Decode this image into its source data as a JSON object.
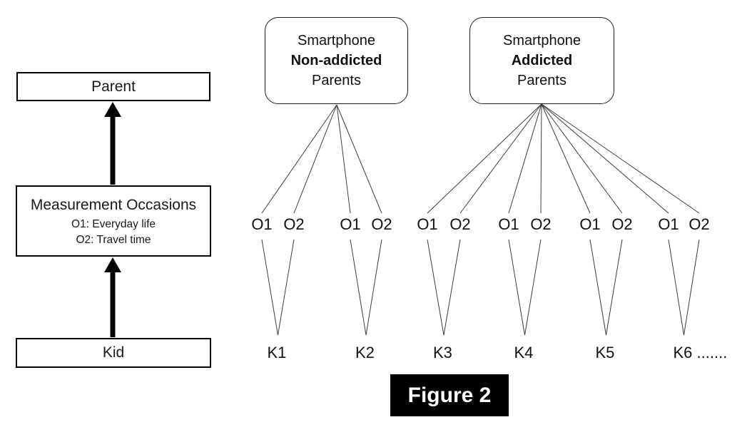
{
  "figure_label": "Figure 2",
  "left_panel": {
    "parent_box": {
      "label": "Parent"
    },
    "occasions_box": {
      "title": "Measurement Occasions",
      "items": [
        "O1: Everyday life",
        "O2: Travel time"
      ]
    },
    "kid_box": {
      "label": "Kid"
    }
  },
  "groups": [
    {
      "id": "smartphone-non-addicted-parents",
      "title_lines": [
        {
          "text": "Smartphone",
          "bold": false
        },
        {
          "text": "Non-addicted",
          "bold": true
        },
        {
          "text": "Parents",
          "bold": false
        }
      ],
      "kids": [
        {
          "label": "K1",
          "occasions": [
            "O1",
            "O2"
          ],
          "suffix": ""
        },
        {
          "label": "K2",
          "occasions": [
            "O1",
            "O2"
          ],
          "suffix": ""
        }
      ]
    },
    {
      "id": "smartphone-addicted-parents",
      "title_lines": [
        {
          "text": "Smartphone",
          "bold": false
        },
        {
          "text": "Addicted",
          "bold": true
        },
        {
          "text": "Parents",
          "bold": false
        }
      ],
      "kids": [
        {
          "label": "K3",
          "occasions": [
            "O1",
            "O2"
          ],
          "suffix": ""
        },
        {
          "label": "K4",
          "occasions": [
            "O1",
            "O2"
          ],
          "suffix": ""
        },
        {
          "label": "K5",
          "occasions": [
            "O1",
            "O2"
          ],
          "suffix": ""
        },
        {
          "label": "K6",
          "occasions": [
            "O1",
            "O2"
          ],
          "suffix": " ......."
        }
      ]
    }
  ],
  "colors": {
    "line": "#3d3d3d",
    "arrow": "#000000",
    "box_border": "#000000",
    "figure_tag_bg": "#000000",
    "figure_tag_text": "#ffffff"
  }
}
